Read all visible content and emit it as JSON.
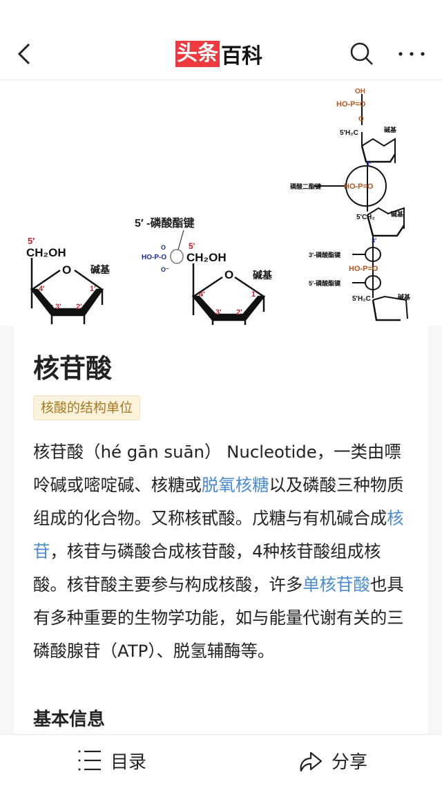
{
  "header": {
    "logo_red": "头条",
    "logo_black": "百科",
    "icons": {
      "back": "chevron-left-icon",
      "search": "search-icon",
      "more": "more-dots-icon"
    },
    "brand_color": "#ee3a3f"
  },
  "figure": {
    "left": {
      "five": "5'",
      "ch2oh": "CH₂OH",
      "o": "O",
      "base": "碱基",
      "c4": "4'",
      "c1": "1'",
      "c3": "3'",
      "c2": "2'"
    },
    "middle": {
      "caption": "5′ -磷酸酯键",
      "phosphate": "HO-P-O",
      "po_top": "O",
      "po_bottom": "O⁻",
      "five": "5'",
      "ch2oh": "CH₂OH",
      "o": "O",
      "base": "碱基",
      "c4": "4'",
      "c1": "1'",
      "c3": "3'",
      "c2": "2'"
    },
    "right": {
      "oh": "OH",
      "hop1": "HO-P=O",
      "o1": "O",
      "h2c1": "5'H₂C",
      "base1": "碱基",
      "three1": "3'",
      "diester": "磷酸二酯键",
      "hop2": "HO-P=O",
      "ch2_2": "5'CH₂",
      "base2": "碱基",
      "three2": "3'",
      "bond3": "3′-磷酸酯键",
      "hop3": "HO-P=O",
      "bond5": "5′-磷酸酯键",
      "h2c3": "5'H₂C",
      "base3": "碱基"
    }
  },
  "article": {
    "title": "核苷酸",
    "tag": "核酸的结构单位",
    "paragraph": [
      {
        "text": "核苷酸（hé gān suān） Nucleotide，一类由嘌呤碱或嘧啶碱、核糖或",
        "link": false
      },
      {
        "text": "脱氧核糖",
        "link": true
      },
      {
        "text": "以及磷酸三种物质组成的化合物。又称核甙酸。戊糖与有机碱合成",
        "link": false
      },
      {
        "text": "核苷",
        "link": true
      },
      {
        "text": "，核苷与磷酸合成核苷酸，4种核苷酸组成核酸。核苷酸主要参与构成核酸，许多",
        "link": false
      },
      {
        "text": "单核苷酸",
        "link": true
      },
      {
        "text": "也具有多种重要的生物学功能，如与能量代谢有关的三磷酸腺苷（ATP）、脱氢辅酶等。",
        "link": false
      }
    ],
    "section_title": "基本信息",
    "link_color": "#4a8bd4"
  },
  "bottom_bar": {
    "toc_label": "目录",
    "share_label": "分享",
    "icons": {
      "toc": "list-icon",
      "share": "share-arrow-icon"
    }
  }
}
